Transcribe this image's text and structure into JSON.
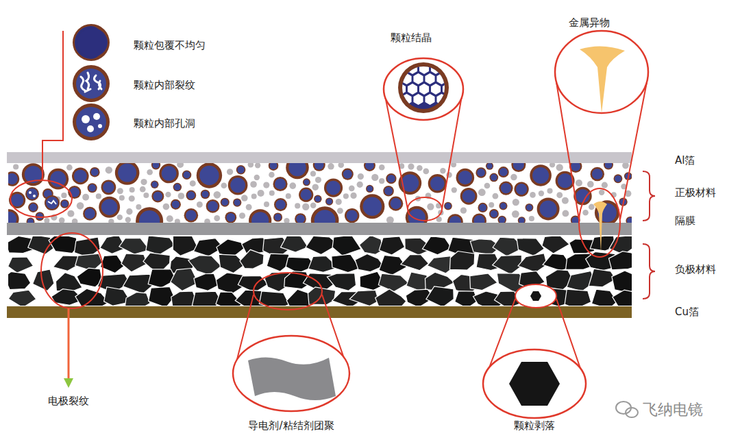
{
  "diagram": {
    "nodes": [
      {
        "text": [
          "颗粒结晶"
        ]
      },
      {
        "text": [
          "金属异物"
        ]
      },
      {
        "text": [
          "导电剂/粘结剂团聚"
        ]
      },
      {
        "text": [
          "颗粒剥落"
        ]
      }
    ],
    "labels": [
      "颗粒包覆不均匀",
      "颗粒内部裂纹",
      "颗粒内部孔洞",
      "Al箔",
      "正极材料",
      "隔膜",
      "负极材料",
      "Cu箔",
      "电极裂纹",
      "飞纳电镜"
    ]
  }
}
